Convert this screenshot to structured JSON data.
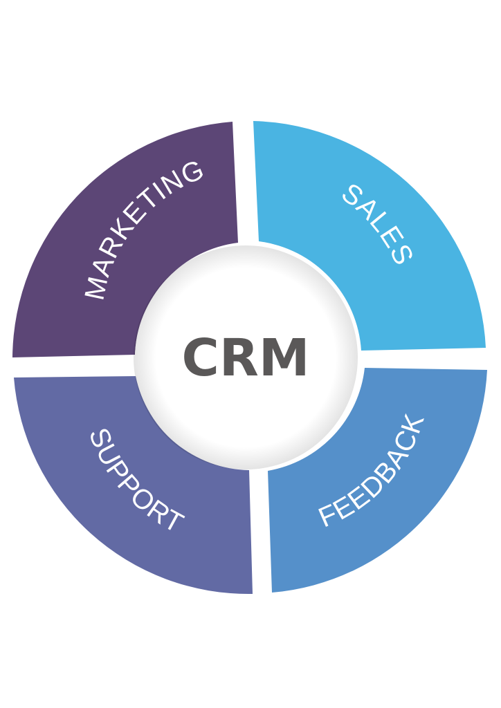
{
  "title": "CRM",
  "segments": [
    {
      "id": "marketing",
      "label": "MARKETING",
      "color": "#5c4676"
    },
    {
      "id": "sales",
      "label": "SALES",
      "color": "#4ab4e2"
    },
    {
      "id": "feedback",
      "label": "FEEDBACK",
      "color": "#5590ca"
    },
    {
      "id": "support",
      "label": "SUPPORT",
      "color": "#626aa4"
    }
  ],
  "center": {
    "label": "CRM",
    "color": "#5a5858",
    "background": "#ffffff"
  }
}
